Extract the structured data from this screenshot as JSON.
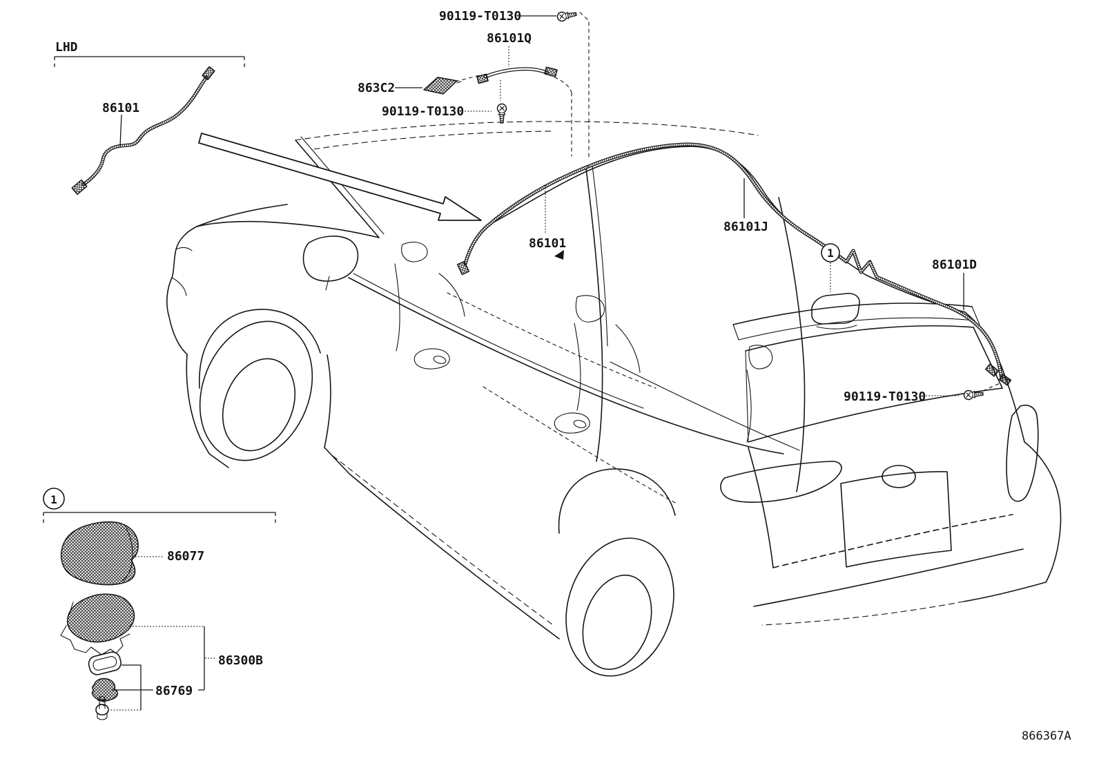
{
  "diagram": {
    "code": "866367A",
    "variant_label": "LHD",
    "callout_number": "1",
    "colors": {
      "ink": "#141414",
      "background": "#ffffff"
    },
    "parts": {
      "screw_top": "90119-T0130",
      "cord_sub_assy": "86101Q",
      "amplifier": "863C2",
      "screw_mid": "90119-T0130",
      "cord_lhd": "86101",
      "cord_main": "86101",
      "cord_roof": "86101J",
      "cord_rear": "86101D",
      "screw_rear": "90119-T0130",
      "antenna_cover": "86077",
      "antenna_assembly": "86300B",
      "antenna_nut": "86769"
    }
  }
}
